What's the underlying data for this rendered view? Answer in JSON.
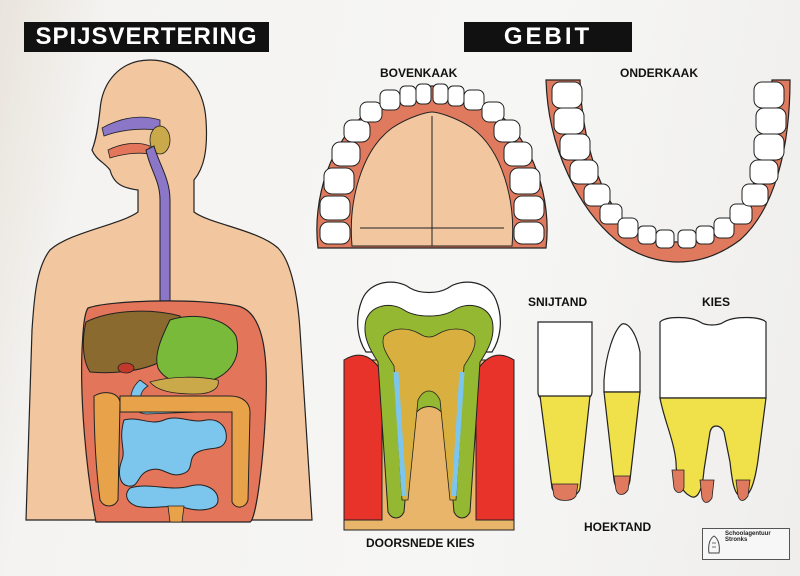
{
  "titles": {
    "digestion": "SPIJSVERTERING",
    "teeth": "GEBIT"
  },
  "labels": {
    "upper_jaw": "BOVENKAAK",
    "lower_jaw": "ONDERKAAK",
    "molar_section": "DOORSNEDE KIES",
    "incisor": "SNIJTAND",
    "molar": "KIES",
    "canine": "HOEKTAND"
  },
  "publisher_lines": [
    "Schoolagentuur Stronks"
  ],
  "colors": {
    "skin": "#f2c7a0",
    "esophagus": "#8b76c8",
    "liver": "#8a6a2e",
    "stomach": "#7aba3a",
    "intestine_small": "#7cc6ee",
    "intestine_large": "#e8a24a",
    "abdomen": "#e3755a",
    "gum": "#e07a5e",
    "enamel": "#ffffff",
    "dentin": "#95b832",
    "pulp": "#e74c3c",
    "root": "#f0e04a"
  }
}
